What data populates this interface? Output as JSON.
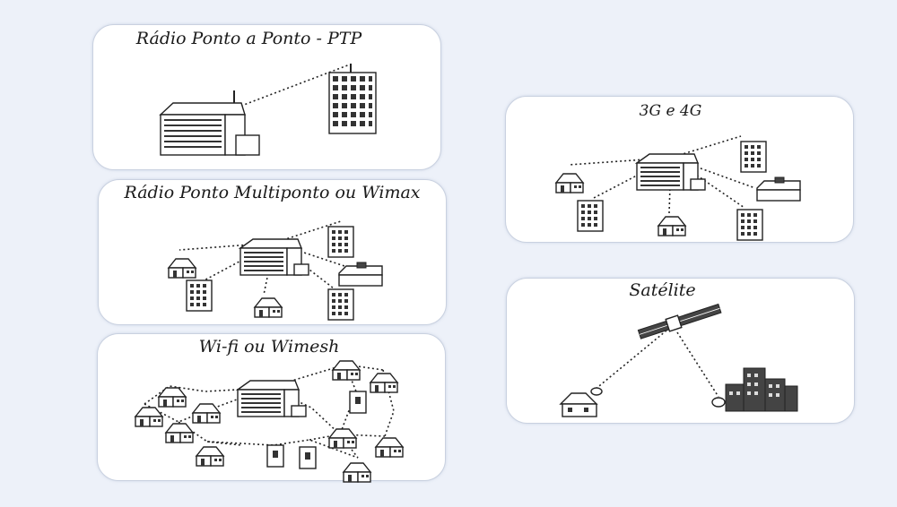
{
  "cards": {
    "ptp": {
      "title": "Rádio Ponto a Ponto - PTP"
    },
    "wimax": {
      "title": "Rádio Ponto Multiponto ou Wimax"
    },
    "wifi": {
      "title": "Wi-fi ou Wimesh"
    },
    "mobile": {
      "title": "3G  e 4G"
    },
    "satellite": {
      "title": "Satélite"
    }
  }
}
